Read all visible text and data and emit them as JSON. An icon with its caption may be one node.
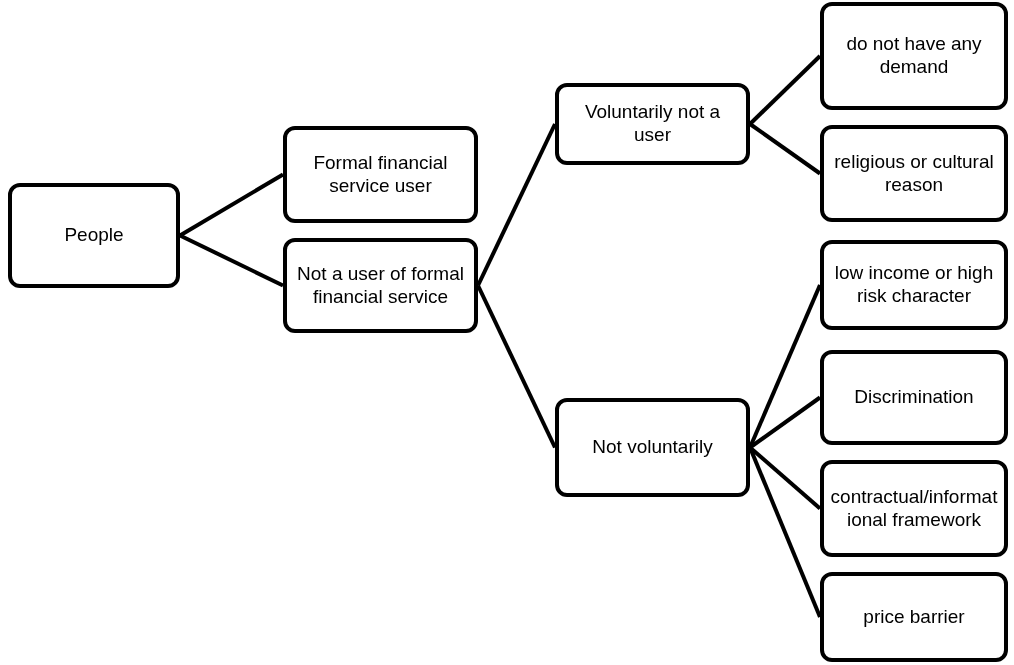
{
  "diagram": {
    "nodes": [
      {
        "text": [
          "People"
        ]
      },
      {
        "text": [
          "Formal financial service user"
        ]
      },
      {
        "text": [
          "Not a user of formal financial service"
        ]
      },
      {
        "text": [
          "Voluntarily not a user"
        ]
      },
      {
        "text": [
          "Not voluntarily"
        ]
      },
      {
        "text": [
          "do not have any demand"
        ]
      },
      {
        "text": [
          "religious or cultural reason"
        ]
      },
      {
        "text": [
          "low income or high risk character"
        ]
      },
      {
        "text": [
          "Discrimination"
        ]
      },
      {
        "text": [
          "contractual/informational framework"
        ]
      },
      {
        "text": [
          "price barrier"
        ]
      }
    ],
    "edges": [
      {
        "from": 0,
        "to": 1,
        "arrow": "none"
      },
      {
        "from": 0,
        "to": 2,
        "arrow": "none"
      },
      {
        "from": 2,
        "to": 3,
        "arrow": "none"
      },
      {
        "from": 2,
        "to": 4,
        "arrow": "none"
      },
      {
        "from": 3,
        "to": 5,
        "arrow": "none"
      },
      {
        "from": 3,
        "to": 6,
        "arrow": "none"
      },
      {
        "from": 4,
        "to": 7,
        "arrow": "none"
      },
      {
        "from": 4,
        "to": 8,
        "arrow": "none"
      },
      {
        "from": 4,
        "to": 9,
        "arrow": "none"
      },
      {
        "from": 4,
        "to": 10,
        "arrow": "none"
      }
    ]
  }
}
